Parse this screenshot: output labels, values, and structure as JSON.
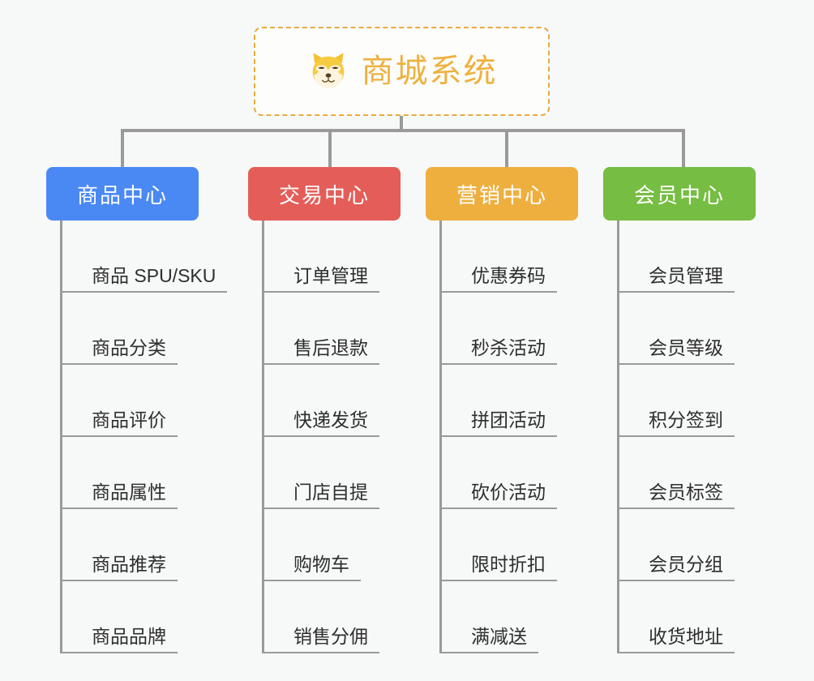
{
  "root": {
    "title": "商城系统",
    "icon": "shiba-dog-face-icon",
    "border_color": "#e9a93f",
    "text_color": "#eeb13f"
  },
  "connector_color": "#9a9a9a",
  "background_color": "#f7f8f8",
  "chart_data": {
    "type": "tree",
    "title": "商城系统",
    "root": "商城系统",
    "branch_count": 4,
    "leaves_per_branch": 6
  },
  "branches": [
    {
      "label": "商品中心",
      "color": "#4a89f3",
      "items": [
        "商品 SPU/SKU",
        "商品分类",
        "商品评价",
        "商品属性",
        "商品推荐",
        "商品品牌"
      ]
    },
    {
      "label": "交易中心",
      "color": "#e45d59",
      "items": [
        "订单管理",
        "售后退款",
        "快递发货",
        "门店自提",
        "购物车",
        "销售分佣"
      ]
    },
    {
      "label": "营销中心",
      "color": "#eeaf3f",
      "items": [
        "优惠券码",
        "秒杀活动",
        "拼团活动",
        "砍价活动",
        "限时折扣",
        "满减送"
      ]
    },
    {
      "label": "会员中心",
      "color": "#76bd43",
      "items": [
        "会员管理",
        "会员等级",
        "积分签到",
        "会员标签",
        "会员分组",
        "收货地址"
      ]
    }
  ]
}
